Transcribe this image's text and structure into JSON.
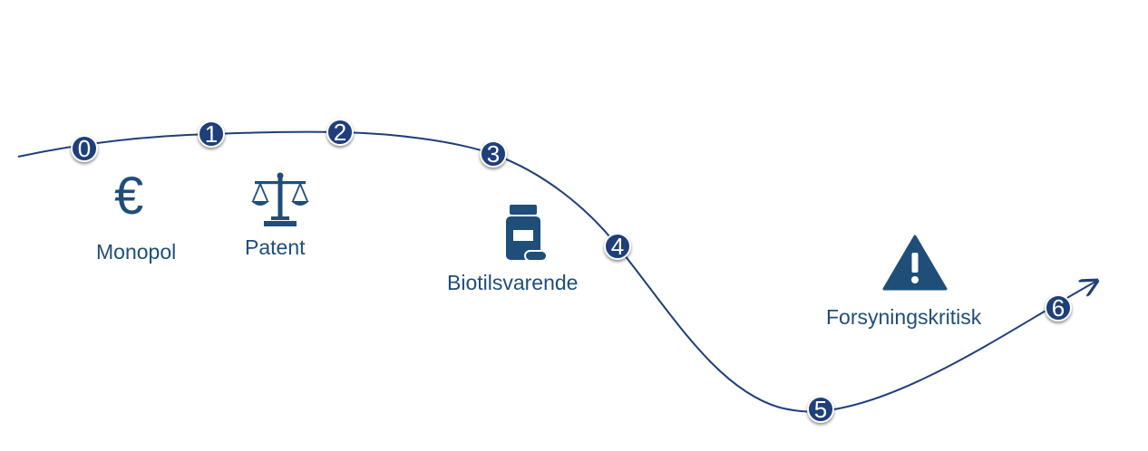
{
  "colors": {
    "axis": "#1f3f7a",
    "curve": "#1f3f7a",
    "marker": "#1f3f7a",
    "label": "#1f4e79",
    "icon": "#1f4e79"
  },
  "markers": [
    "0",
    "1",
    "2",
    "3",
    "4",
    "5",
    "6"
  ],
  "labels": {
    "monopol": "Monopol",
    "patent": "Patent",
    "biotilsvarende": "Biotilsvarende",
    "forsyningskritisk": "Forsyningskritisk"
  },
  "icons": {
    "monopol": "euro-icon",
    "patent": "scales-icon",
    "biotilsvarende": "medicine-bottle-icon",
    "forsyningskritisk": "warning-icon"
  },
  "euro_symbol": "€"
}
